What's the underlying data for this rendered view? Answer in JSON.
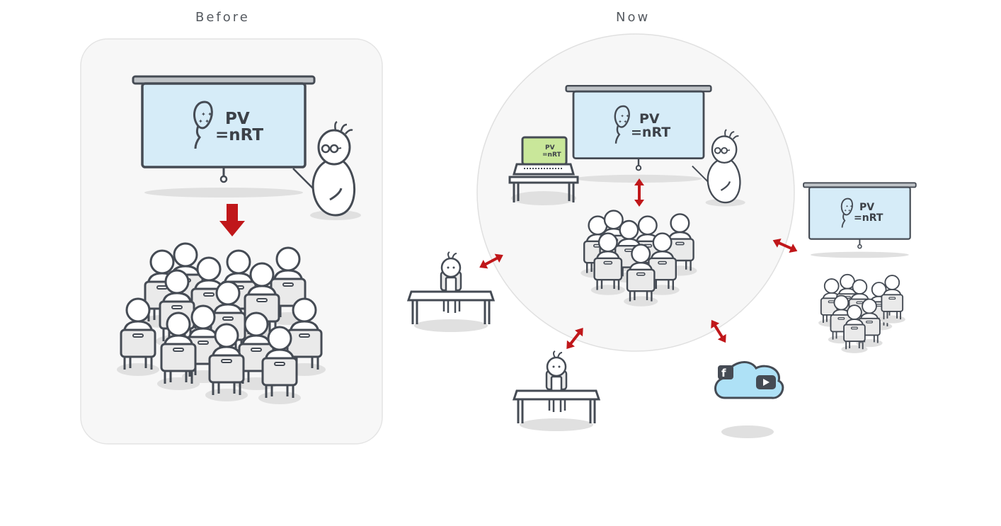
{
  "headings": {
    "before": "Before",
    "now": "Now"
  },
  "screen_text": {
    "line1": "PV",
    "line2": "=nRT"
  },
  "colors": {
    "screen_fill": "#d6ecf8",
    "laptop_screen": "#c9e79a",
    "cloud_fill": "#aee1f6",
    "arrow_red": "#c0171a",
    "outline": "#454b54",
    "chair_fill": "#eaeaea",
    "panel_fill": "#f7f7f7",
    "shadow": "#e0e0e0"
  },
  "icons": {
    "cloud_left": "facebook-icon",
    "cloud_right": "youtube-icon"
  }
}
